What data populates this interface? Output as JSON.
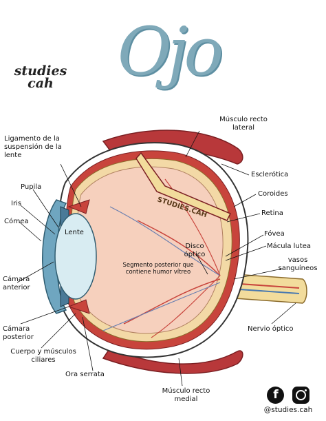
{
  "title": "Ojo",
  "brand": "studies cah",
  "colors": {
    "title": "#7fa9b9",
    "sclera": "#ffffff",
    "choroid": "#c8443c",
    "retina": "#f3d9a6",
    "vitreous": "#f6d0bd",
    "lens": "#d8ecf2",
    "cornea": "#6fa6c0",
    "muscle": "#b8383a",
    "nerve": "#f2dc9c"
  },
  "labels": {
    "musculo_recto_lateral": "Músculo recto lateral",
    "ligamento": "Ligamento de la suspensión de la lente",
    "esclerotica": "Esclerótica",
    "coroides": "Coroides",
    "retina": "Retina",
    "pupila": "Pupila",
    "iris": "Iris",
    "cornea": "Córnea",
    "lente": "Lente",
    "fovea": "Fóvea",
    "macula": "Mácula lutea",
    "disco": "Disco óptico",
    "vasos": "vasos sanguíneos",
    "segmento": "Segmento posterior que contiene humor vítreo",
    "camara_anterior": "Cámara anterior",
    "camara_posterior": "Cámara posterior",
    "cuerpo": "Cuerpo y músculos ciliares",
    "ora": "Ora serrata",
    "nervio": "Nervio óptico",
    "musculo_recto_medial": "Músculo recto medial",
    "banner": "STUDIES.CAH"
  },
  "social": {
    "facebook_icon": "facebook-icon",
    "instagram_icon": "instagram-icon",
    "handle": "@studies.cah"
  }
}
